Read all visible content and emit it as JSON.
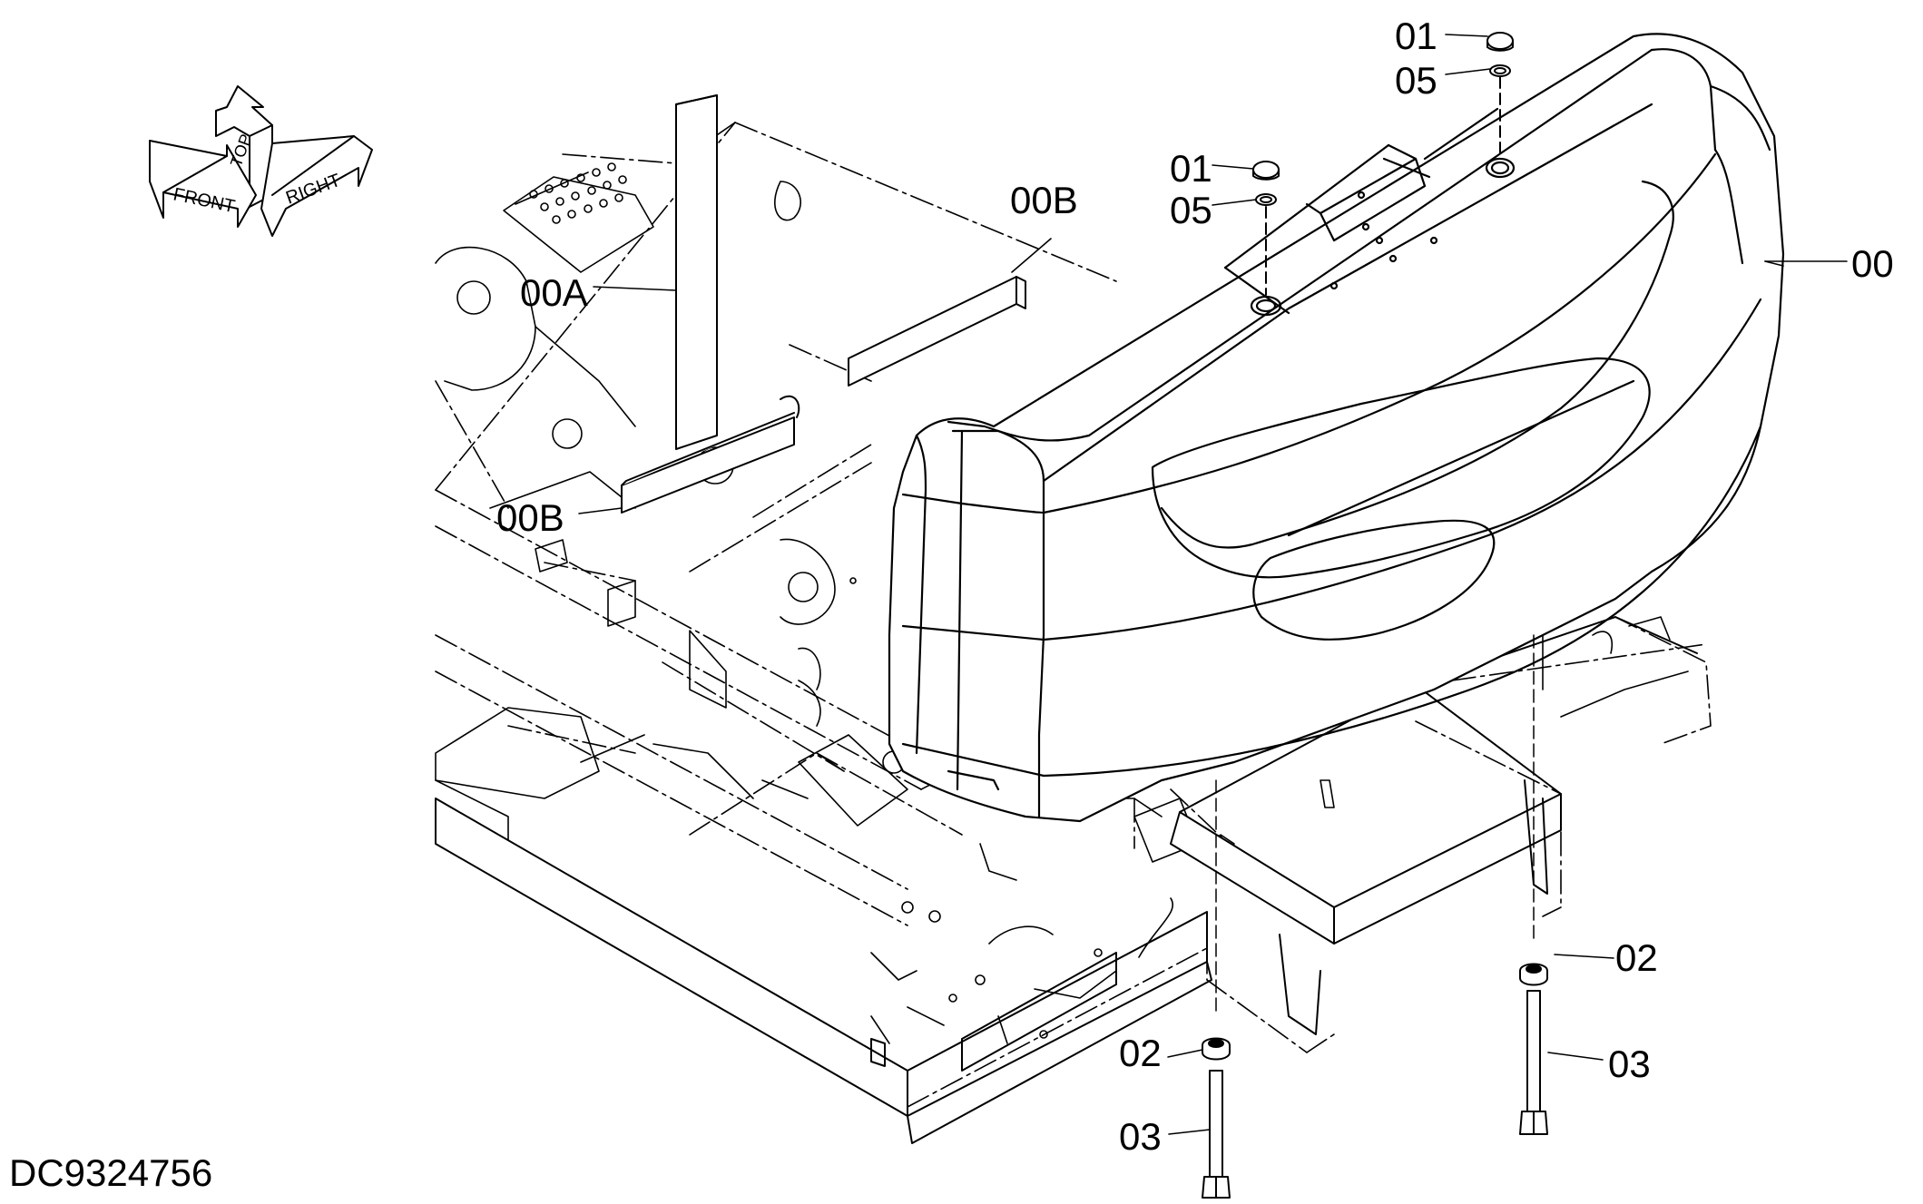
{
  "orientation": {
    "front": "FRONT",
    "top": "TOP",
    "right": "RIGHT"
  },
  "callouts": {
    "c01a": "01",
    "c05a": "05",
    "c01b": "01",
    "c05b": "05",
    "c00b_top": "00B",
    "c00a": "00A",
    "c00": "00",
    "c00b_bottom": "00B",
    "c02_right": "02",
    "c03_right": "03",
    "c02_left": "02",
    "c03_left": "03"
  },
  "document_id": "DC9324756"
}
